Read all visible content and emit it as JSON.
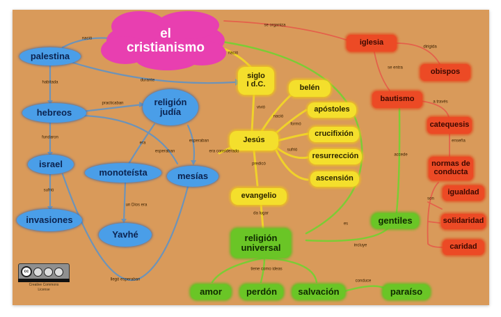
{
  "title": "el cristianismo",
  "colors": {
    "background": "#d99a5a",
    "blue_nodes": "#4a9ee8",
    "yellow_nodes": "#f4df2c",
    "red_nodes": "#ec4a25",
    "green_nodes": "#6ac526",
    "central_node": "#e83fb0"
  },
  "nodes": {
    "central": "el\ncristianismo",
    "palestina": "palestina",
    "hebreos": "hebreos",
    "religion_judia": "religión\njudía",
    "israel": "israel",
    "monoteista": "monoteísta",
    "mesias": "mesías",
    "invasiones": "invasiones",
    "yavhe": "Yavhé",
    "siglo": "siglo\nI d.C.",
    "jesus": "Jesús",
    "belen": "belén",
    "apostoles": "apóstoles",
    "crucifixion": "crucifixión",
    "resurreccion": "resurrección",
    "ascension": "ascensión",
    "evangelio": "evangelio",
    "religion_universal": "religión\nuniversal",
    "gentiles": "gentiles",
    "amor": "amor",
    "perdon": "perdón",
    "salvacion": "salvación",
    "paraiso": "paraíso",
    "iglesia": "iglesia",
    "obispos": "obispos",
    "bautismo": "bautismo",
    "catequesis": "catequesis",
    "normas": "normas de\nconducta",
    "igualdad": "igualdad",
    "solidaridad": "solidaridad",
    "caridad": "caridad"
  },
  "edge_labels": {
    "central_palestina": "nació",
    "central_siglo": "nació",
    "central_iglesia": "se organiza",
    "palestina_hebreos": "habitada",
    "palestina_siglo": "durante",
    "hebreos_judia": "practicaban",
    "hebreos_israel": "fundaron",
    "israel_invasiones": "sufrió",
    "judia_monoteista": "era",
    "hebreos_mesias": "esperaban",
    "judia_mesias": "esperaban",
    "mesias_jesus": "era\nconsiderado",
    "monoteista_yavhe": "un Dios era",
    "israel_mesias": "llegó\nesperaban",
    "siglo_jesus": "vivió",
    "jesus_belen": "nació",
    "jesus_apostoles": "formó",
    "jesus_sufrio": "sufrió",
    "jesus_evangelio": "predicó",
    "evangelio_universal": "da lugar",
    "universal_iglesia": "es",
    "universal_gentiles": "incluye",
    "bautismo_gentiles": "accede",
    "universal_valores": "tiene como ideas",
    "salvacion_paraiso": "conduce",
    "iglesia_obispos": "dirigida",
    "iglesia_bautismo": "se entra",
    "bautismo_catequesis": "a través",
    "catequesis_normas": "enseña",
    "normas_valores": "son"
  },
  "license": {
    "badge": "cc",
    "text": "Creative Commons\nLicense"
  }
}
